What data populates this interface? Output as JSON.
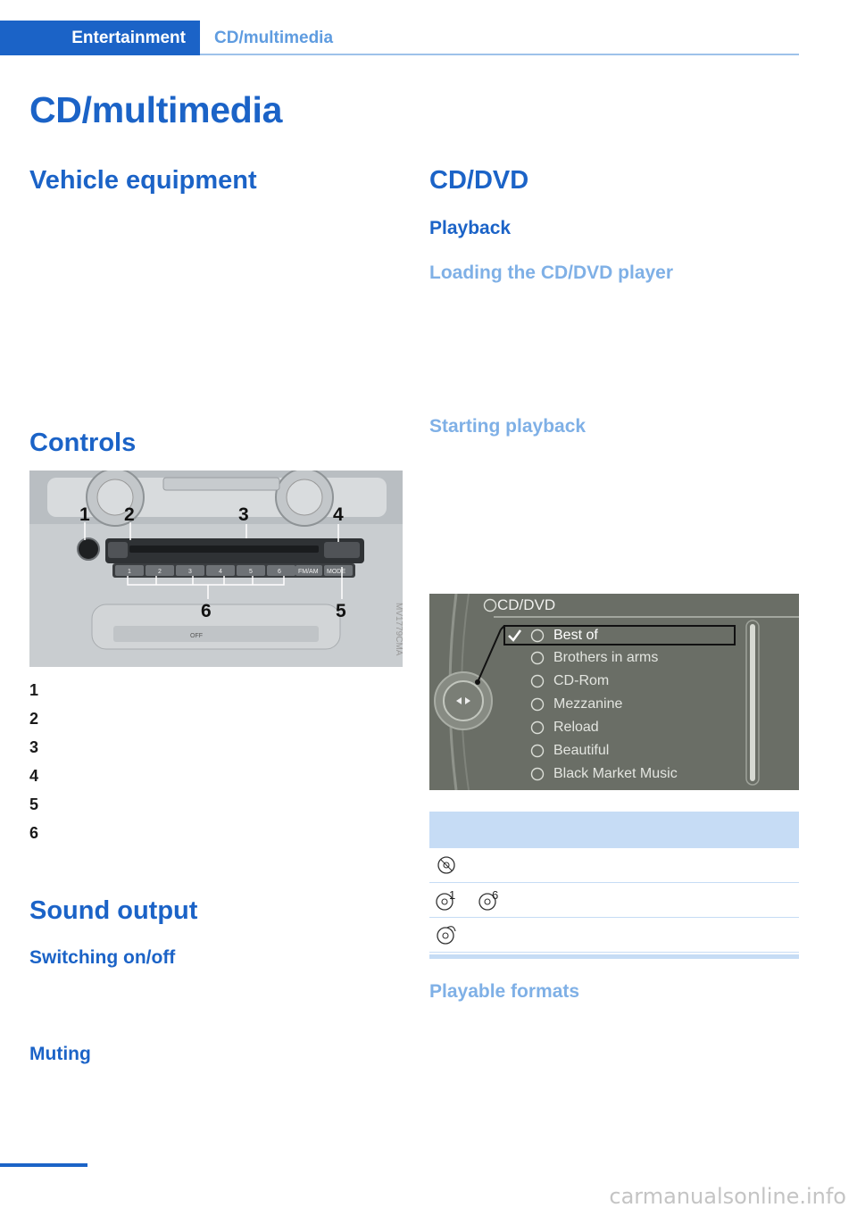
{
  "header": {
    "active_tab": "Entertainment",
    "inactive_tab": "CD/multimedia"
  },
  "page_title": "CD/multimedia",
  "sections": {
    "vehicle_equipment": "Vehicle equipment",
    "controls": "Controls",
    "sound_output": "Sound output",
    "switching": "Switching on/off",
    "muting": "Muting",
    "cd_dvd": "CD/DVD",
    "playback": "Playback",
    "loading": "Loading the CD/DVD player",
    "starting": "Starting playback",
    "playable_formats": "Playable formats"
  },
  "controls_image": {
    "callouts": [
      "1",
      "2",
      "3",
      "4",
      "5",
      "6"
    ],
    "button_labels": [
      "1",
      "2",
      "3",
      "4",
      "5",
      "6",
      "FM/AM",
      "MODE"
    ],
    "off_label": "OFF",
    "image_code": "MV1779CMA"
  },
  "legend": [
    "1",
    "2",
    "3",
    "4",
    "5",
    "6"
  ],
  "screen": {
    "title": "CD/DVD",
    "items": [
      {
        "label": "Best of",
        "selected": true
      },
      {
        "label": "Brothers in arms",
        "selected": false
      },
      {
        "label": "CD-Rom",
        "selected": false
      },
      {
        "label": "Mezzanine",
        "selected": false
      },
      {
        "label": "Reload",
        "selected": false
      },
      {
        "label": "Beautiful",
        "selected": false
      },
      {
        "label": "Black Market Music",
        "selected": false
      }
    ]
  },
  "symbol_table": {
    "rows": [
      {
        "icons": [
          "cd-icon"
        ],
        "sub": []
      },
      {
        "icons": [
          "cd-icon",
          "cd-icon"
        ],
        "sub": [
          "1",
          "6"
        ]
      },
      {
        "icons": [
          "cd-audio-icon"
        ],
        "sub": []
      }
    ]
  },
  "watermark": "carmanualsonline.info",
  "colors": {
    "brand": "#1b63c7",
    "light_heading": "#7fb0e6",
    "table_tint": "#c6dcf5"
  }
}
